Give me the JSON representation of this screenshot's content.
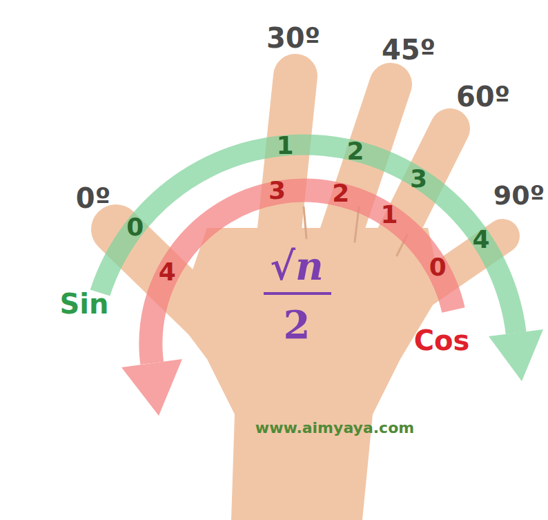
{
  "diagram": {
    "labels": [
      "0º",
      "30º",
      "45º",
      "60º",
      "90º",
      "Sin",
      "0",
      "1",
      "2",
      "3",
      "4",
      "4",
      "3",
      "2",
      "1",
      "0",
      "Cos",
      "√n",
      "2",
      "www.aimyaya.com"
    ]
  }
}
